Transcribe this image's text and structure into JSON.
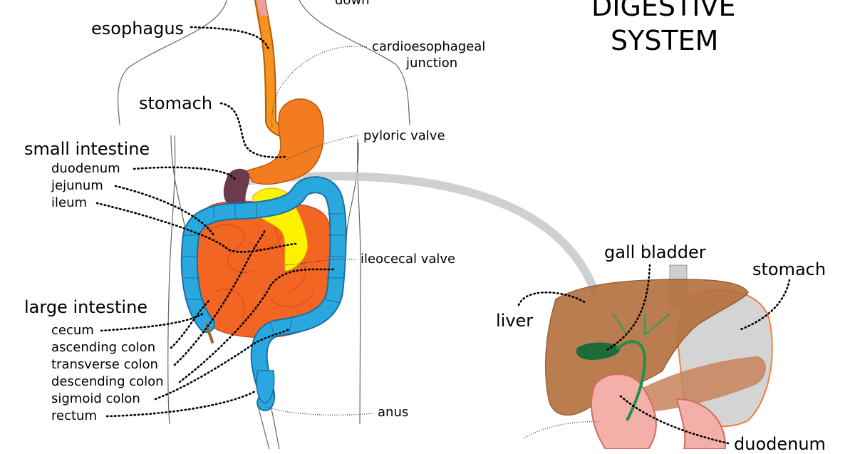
{
  "title": {
    "line1": "DIGESTIVE",
    "line2": "SYSTEM"
  },
  "top_fragment": "down",
  "left_labels": {
    "esophagus": "esophagus",
    "stomach": "stomach",
    "small_intestine": "small intestine",
    "duodenum": "duodenum",
    "jejunum": "jejunum",
    "ileum": "ileum",
    "large_intestine": "large intestine",
    "cecum": "cecum",
    "ascending_colon": "ascending colon",
    "transverse_colon": "transverse colon",
    "descending_colon": "descending colon",
    "sigmoid_colon": "sigmoid colon",
    "rectum": "rectum"
  },
  "right_labels": {
    "cardioesophageal_1": "cardioesophageal",
    "cardioesophageal_2": "junction",
    "pyloric_valve": "pyloric valve",
    "ileocecal_valve": "ileocecal valve",
    "anus": "anus"
  },
  "inset_labels": {
    "gall_bladder": "gall bladder",
    "stomach": "stomach",
    "liver": "liver",
    "duodenum": "duodenum"
  },
  "colors": {
    "esophagus": "#f7941d",
    "stomach": "#f47c20",
    "small_intestine": "#f26522",
    "duodenum_dark": "#6b3a4c",
    "gallbladder_yellow": "#fff200",
    "large_intestine": "#29a8e0",
    "liver": "#b4703e",
    "inset_stomach": "#d4d4d4",
    "pancreas": "#c8825a",
    "connector": "#c8c8c8",
    "bile_duct": "#1f8f4a"
  }
}
